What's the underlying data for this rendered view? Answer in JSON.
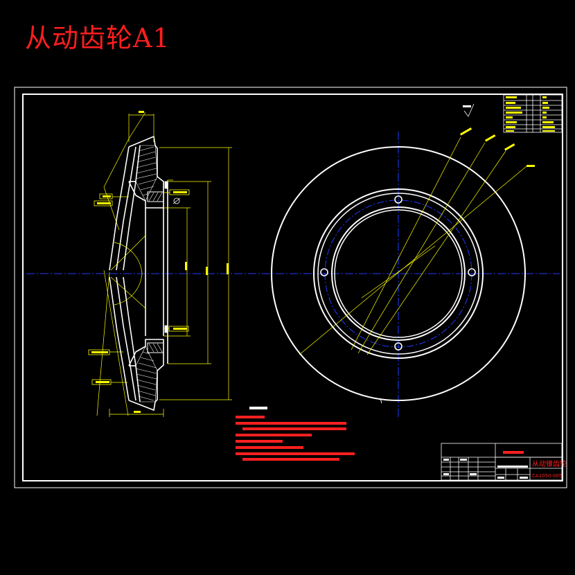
{
  "title": "从动齿轮A1",
  "title_block": {
    "part_name": "从动锥齿轮",
    "drawing_no": "CA1050-005"
  },
  "colors": {
    "background": "#000000",
    "outline": "#ffffff",
    "dimension": "#ffff00",
    "centerline": "#0000ff",
    "title": "#ff1e1e",
    "notes": "#ff2020"
  }
}
